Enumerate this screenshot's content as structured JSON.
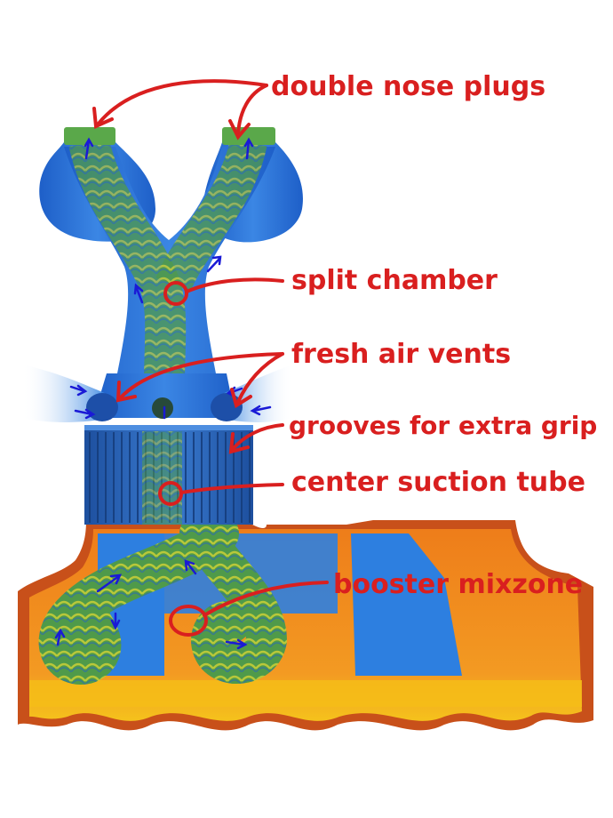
{
  "labels": {
    "nose_plugs": "double nose plugs",
    "split_chamber": "split chamber",
    "air_vents": "fresh air vents",
    "grooves": "grooves for extra grip",
    "suction_tube": "center suction tube",
    "mixzone": "booster mixzone"
  },
  "colors": {
    "callout": "#d91f1f",
    "body_blue": "#2f72d6",
    "coil_green": "#5fa53a",
    "base_orange": "#f08a1c",
    "base_rim": "#c8501a",
    "base_yellow": "#f2b81c",
    "flow_arrow": "#1a1ad6"
  }
}
